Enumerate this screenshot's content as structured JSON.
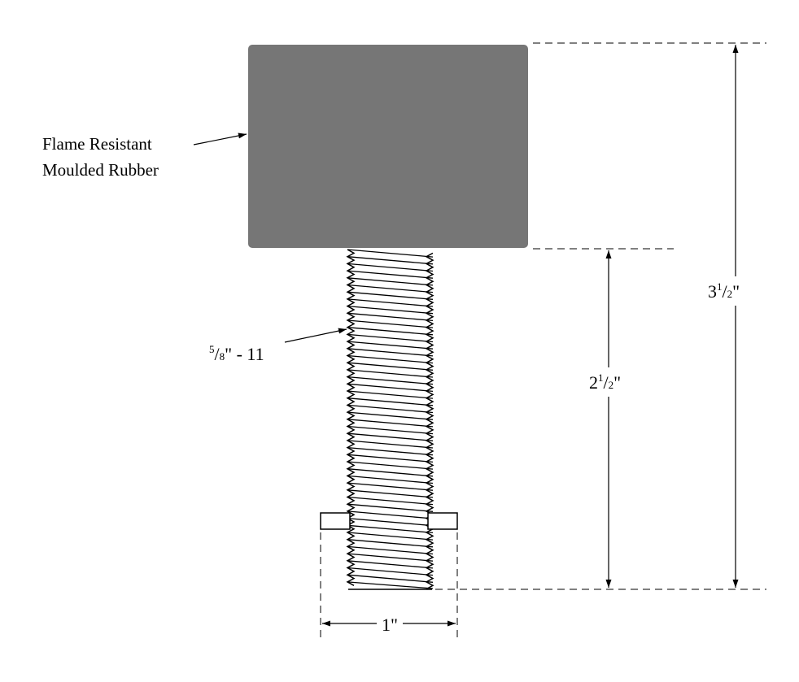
{
  "labels": {
    "material_line1": "Flame Resistant",
    "material_line2": "Moulded Rubber",
    "thread_num": "5",
    "thread_den": "8",
    "thread_suffix": "\" - 11",
    "overall_whole": "3",
    "overall_num": "1",
    "overall_den": "2",
    "overall_suffix": "\"",
    "stud_whole": "2",
    "stud_num": "1",
    "stud_den": "2",
    "stud_suffix": "\"",
    "width": "1\""
  },
  "colors": {
    "rubber": "#767676",
    "line": "#000000",
    "background": "#ffffff"
  }
}
